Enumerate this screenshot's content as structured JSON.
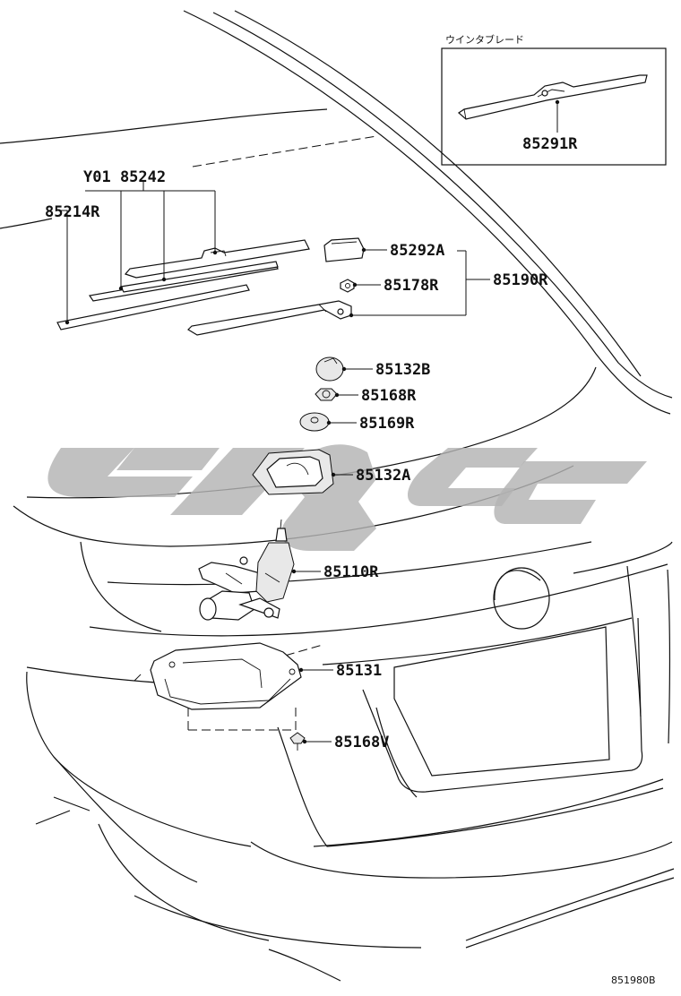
{
  "inset": {
    "title": "ウインタブレード",
    "part": "85291R"
  },
  "labels": {
    "blade_assy": "85214R",
    "blade_group": "Y01 85242",
    "arm_assy": "85190R",
    "head_cover": "85292A",
    "arm_nut": "85178R",
    "cap": "85132B",
    "pivot_nut": "85168R",
    "washer": "85169R",
    "cushion": "85132A",
    "motor": "85110R",
    "motor_cover": "85131",
    "screw": "85168V"
  },
  "diagram_code": "851980B",
  "watermark": {
    "color": "#b3b3b3"
  }
}
